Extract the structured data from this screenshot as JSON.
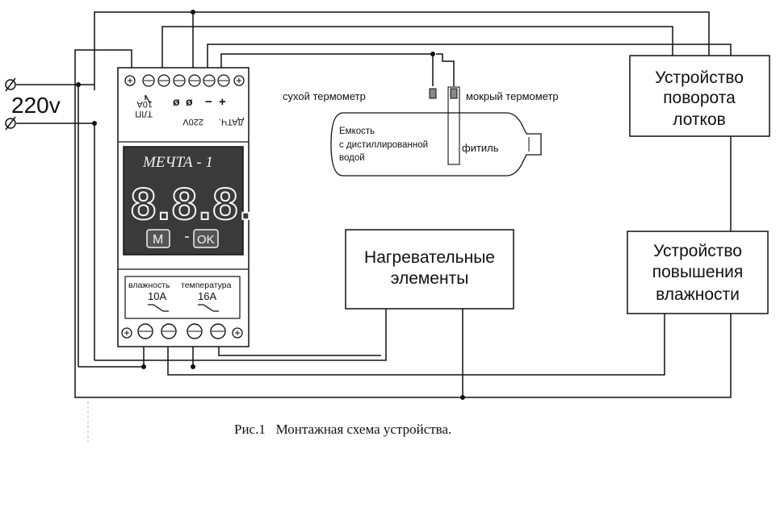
{
  "supply": {
    "label": "220v"
  },
  "controller": {
    "top_terminals": {
      "label_tpl": "ТЛП",
      "label_10a": "10A",
      "label_220v": "220V",
      "label_sensor": "ДАТЧ.",
      "minus": "−",
      "plus": "+"
    },
    "display": {
      "brand": "МЕЧТА - 1",
      "digits": "8.8.8.",
      "button_m": "M",
      "button_ok": "OK"
    },
    "relays": {
      "humidity_label": "влажность",
      "temperature_label": "температура",
      "humidity_current": "10A",
      "temperature_current": "16A"
    }
  },
  "sensors": {
    "dry": "сухой  термометр",
    "wet": "мокрый термометр",
    "tank_line1": "Емкость",
    "tank_line2": "с дистиллированной",
    "tank_line3": "водой",
    "wick": "фитиль"
  },
  "devices": {
    "tray_turn": [
      "Устройство",
      "поворота",
      "лотков"
    ],
    "heaters": [
      "Нагревательные",
      "элементы"
    ],
    "humidifier": [
      "Устройство",
      "повышения",
      "влажности"
    ]
  },
  "caption": "Рис.1   Монтажная схема устройства."
}
